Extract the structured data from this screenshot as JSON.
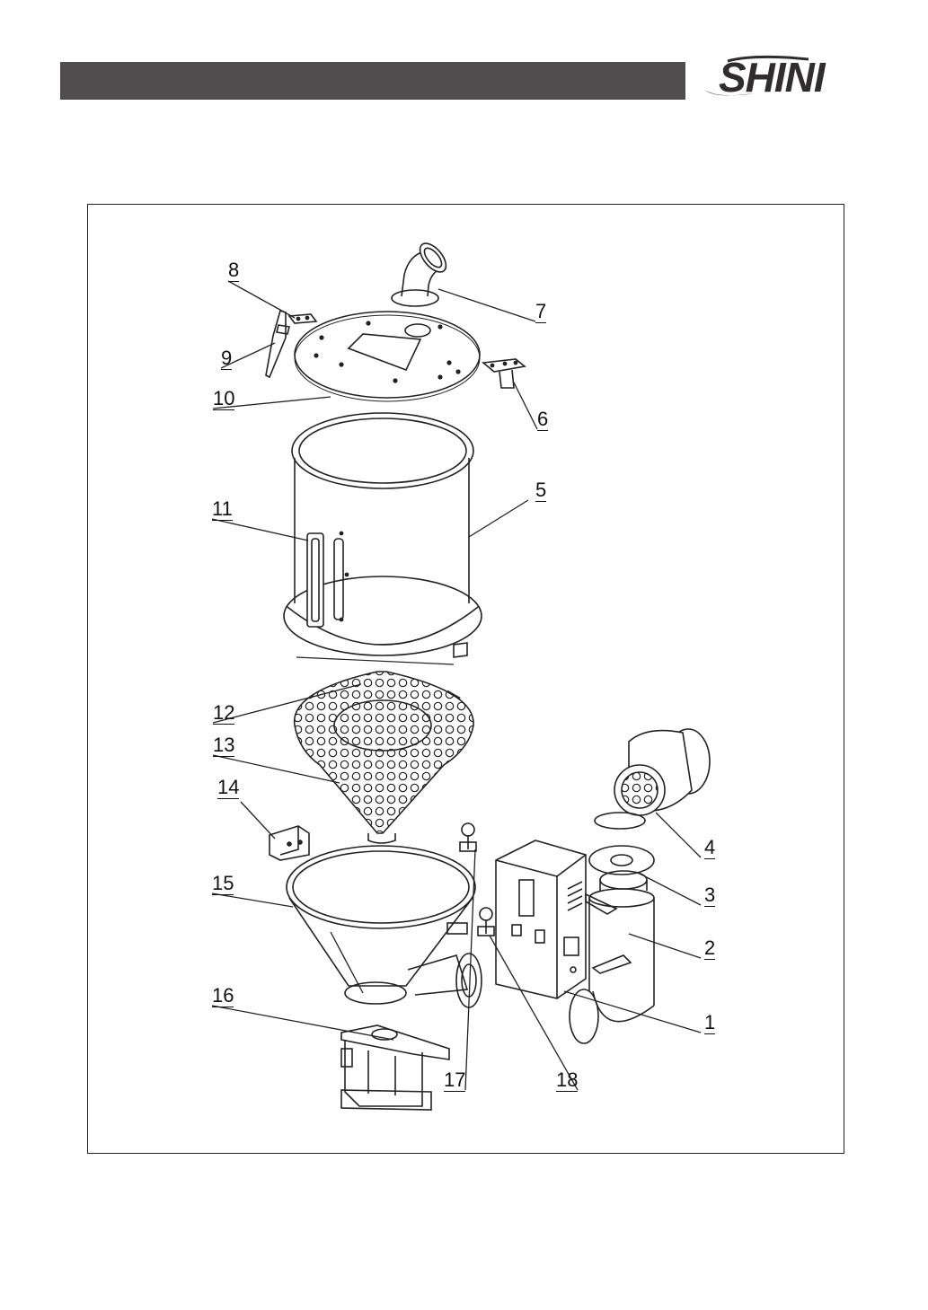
{
  "header": {
    "brand": "SHINI",
    "bar_color": "#4f4d4d"
  },
  "parts": [
    {
      "id": "1",
      "label": "1"
    },
    {
      "id": "2",
      "label": "2"
    },
    {
      "id": "3",
      "label": "3"
    },
    {
      "id": "4",
      "label": "4"
    },
    {
      "id": "5",
      "label": "5"
    },
    {
      "id": "6",
      "label": "6"
    },
    {
      "id": "7",
      "label": "7"
    },
    {
      "id": "8",
      "label": "8"
    },
    {
      "id": "9",
      "label": "9"
    },
    {
      "id": "10",
      "label": "10"
    },
    {
      "id": "11",
      "label": "11"
    },
    {
      "id": "12",
      "label": "12"
    },
    {
      "id": "13",
      "label": "13"
    },
    {
      "id": "14",
      "label": "14"
    },
    {
      "id": "15",
      "label": "15"
    },
    {
      "id": "16",
      "label": "16"
    },
    {
      "id": "17",
      "label": "17"
    },
    {
      "id": "18",
      "label": "18"
    }
  ]
}
